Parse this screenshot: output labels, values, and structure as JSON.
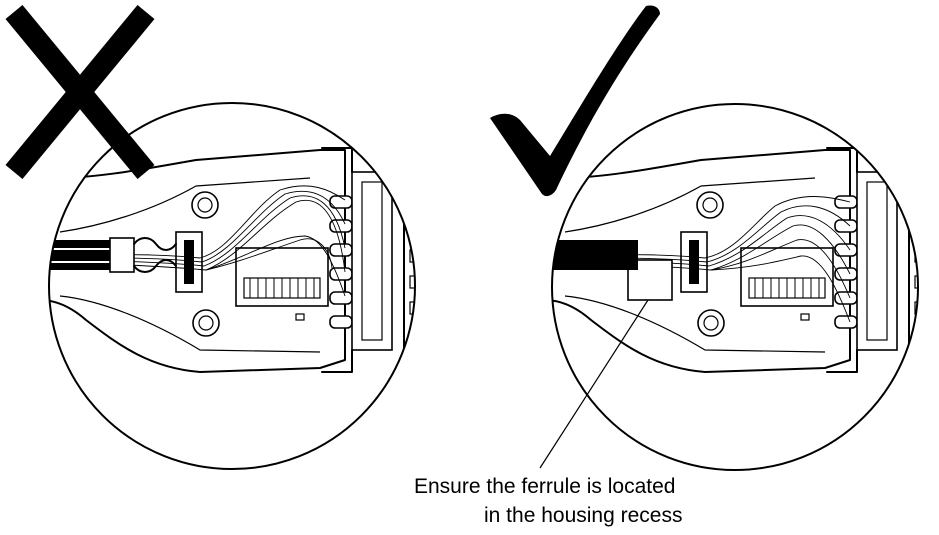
{
  "figure": {
    "left_panel": {
      "status_symbol": "cross-mark"
    },
    "right_panel": {
      "status_symbol": "check-mark"
    },
    "callout": {
      "line1": "Ensure the ferrule is located",
      "line2": "in the housing recess"
    },
    "colors": {
      "ink": "#000000",
      "paper": "#ffffff"
    }
  }
}
